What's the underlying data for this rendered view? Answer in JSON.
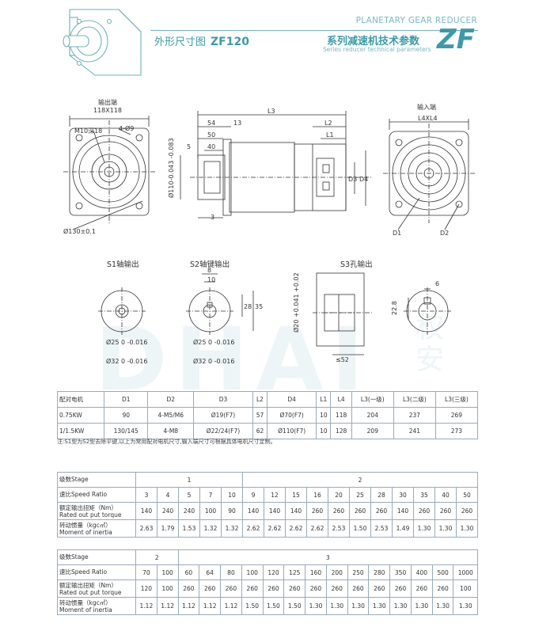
{
  "header": {
    "title_cn": "外形尺寸图",
    "model": "ZF120",
    "en_title": "PLANETARY GEAR REDUCER",
    "series_cn": "系列减速机技术参数",
    "series_en": "Series reducer technical parameters",
    "series_code": "ZF"
  },
  "drawings": {
    "output_end": "输出端",
    "output_size": "118X118",
    "m10": "M10深18",
    "holes": "4-Ø9",
    "pcd": "Ø130±0.1",
    "dim_l3": "L3",
    "dim_54": "54",
    "dim_13": "13",
    "dim_50": "50",
    "dim_40": "40",
    "dim_5": "5",
    "dim_3": "3",
    "dim_shaft": "Ø110-0.043 -0.083",
    "dim_l2": "L2",
    "dim_l1": "L1",
    "dim_d3": "D3",
    "dim_d4": "D4",
    "input_end": "输入端",
    "l4xl4": "L4XL4",
    "d1": "D1",
    "d2": "D2",
    "s1": "S1轴输出",
    "s2": "S2轴键输出",
    "s3": "S3孔输出",
    "s1_d25": "Ø25 0 -0.016",
    "s1_d32": "Ø32 0 -0.016",
    "s2_8": "8",
    "s2_10": "10",
    "s2_28": "28",
    "s2_35": "35",
    "s2_d25": "Ø25 0 -0.016",
    "s2_d32": "Ø32 0 -0.016",
    "s3_d20": "Ø20 +0.041 +0.02",
    "s3_52": "≤52",
    "s3_6": "6",
    "s3_228": "22.8"
  },
  "motor_table": {
    "headers": [
      "配对电机",
      "D1",
      "D2",
      "D3",
      "L2",
      "D4",
      "L1",
      "L4",
      "L3(一级)",
      "L3(二级)",
      "L3(三级)"
    ],
    "rows": [
      [
        "0.75KW",
        "90",
        "4-M5/M6",
        "Ø19(F7)",
        "57",
        "Ø70(F7)",
        "10",
        "118",
        "204",
        "237",
        "269"
      ],
      [
        "1/1.5KW",
        "130/145",
        "4-M8",
        "Ø22/24(F7)",
        "62",
        "Ø110(F7)",
        "10",
        "128",
        "209",
        "241",
        "273"
      ]
    ]
  },
  "note": "注:S1型为S2型去除平键,以上为常用配对电机尺寸,输入端尺寸可根据具体电机尺寸定制。",
  "spec1": {
    "stage_label": "级数Stage",
    "stage_values": [
      "1",
      "2"
    ],
    "ratio_label": "速比Speed Ratio",
    "ratios": [
      "3",
      "4",
      "5",
      "7",
      "10",
      "9",
      "12",
      "15",
      "16",
      "20",
      "25",
      "28",
      "30",
      "35",
      "40",
      "50"
    ],
    "torque_label_cn": "额定输出扭矩（Nm）",
    "torque_label_en": "Rated out put torque",
    "torques": [
      "140",
      "240",
      "240",
      "100",
      "90",
      "140",
      "140",
      "140",
      "260",
      "260",
      "260",
      "260",
      "140",
      "260",
      "260",
      "260"
    ],
    "inertia_label_cn": "转动惯量（kgc㎡）",
    "inertia_label_en": "Moment of inertia",
    "inertias": [
      "2.63",
      "1.79",
      "1.53",
      "1.32",
      "1.32",
      "2.62",
      "2.62",
      "2.62",
      "2.62",
      "2.53",
      "1.50",
      "2.53",
      "1.49",
      "1.30",
      "1.30",
      "1.30"
    ]
  },
  "spec2": {
    "stage_label": "级数Stage",
    "stage_values": [
      "2",
      "3"
    ],
    "ratio_label": "速比Speed Ratio",
    "ratios": [
      "70",
      "100",
      "60",
      "64",
      "80",
      "100",
      "120",
      "125",
      "160",
      "200",
      "250",
      "280",
      "350",
      "400",
      "500",
      "1000"
    ],
    "torque_label_cn": "额定输出扭矩（Nm）",
    "torque_label_en": "Rated out put torque",
    "torques": [
      "120",
      "100",
      "260",
      "260",
      "260",
      "260",
      "260",
      "260",
      "260",
      "260",
      "260",
      "260",
      "260",
      "260",
      "260",
      "100"
    ],
    "inertia_label_cn": "转动惯量（kgc㎡）",
    "inertia_label_en": "Moment of inertia",
    "inertias": [
      "1.12",
      "1.12",
      "1.12",
      "1.12",
      "1.12",
      "1.50",
      "1.50",
      "1.50",
      "1.30",
      "1.30",
      "1.30",
      "1.30",
      "1.30",
      "1.30",
      "1.30",
      "1.30"
    ]
  },
  "colors": {
    "accent": "#3d9aa8",
    "accent_light": "#7ab9c3",
    "line": "#333333"
  }
}
